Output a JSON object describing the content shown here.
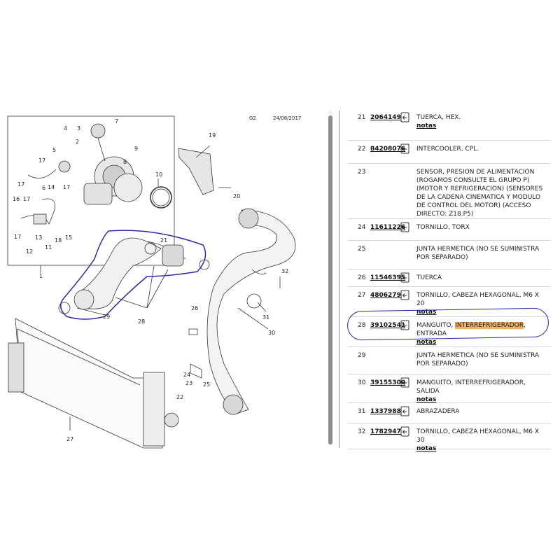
{
  "diagram": {
    "code": "G2",
    "date": "24/08/2017",
    "callouts": [
      "1",
      "4",
      "3",
      "5",
      "7",
      "8",
      "9",
      "2",
      "10",
      "19",
      "20",
      "17",
      "6",
      "17",
      "16",
      "17",
      "13",
      "11",
      "18",
      "15",
      "17",
      "12",
      "14",
      "21",
      "29",
      "28",
      "32",
      "26",
      "31",
      "30",
      "24",
      "23",
      "25",
      "22",
      "27"
    ]
  },
  "parts": [
    {
      "num": "21",
      "pn": "2064149",
      "desc": "TUERCA, HEX.",
      "notes": "notas",
      "cart": true
    },
    {
      "num": "22",
      "pn": "84208076",
      "desc": "INTERCOOLER, CPL.",
      "notes": "",
      "cart": true
    },
    {
      "num": "23",
      "pn": "",
      "desc": "SENSOR, PRESION DE ALIMENTACION (ROGAMOS CONSULTE EL GRUPO P) (MOTOR Y REFRIGERACION) (SENSORES DE LA CADENA CINEMATICA Y MODULO DE CONTROL DEL MOTOR) (ACCESO DIRECTO: Z18.P5)",
      "notes": "",
      "cart": false
    },
    {
      "num": "24",
      "pn": "11611226",
      "desc": "TORNILLO, TORX",
      "notes": "",
      "cart": true
    },
    {
      "num": "25",
      "pn": "",
      "desc": "JUNTA HERMETICA (NO SE SUMINISTRA POR SEPARADO)",
      "notes": "",
      "cart": false
    },
    {
      "num": "26",
      "pn": "11546395",
      "desc": "TUERCA",
      "notes": "",
      "cart": true
    },
    {
      "num": "27",
      "pn": "4806279",
      "desc": "TORNILLO, CABEZA HEXAGONAL, M6 X 20",
      "notes": "notas",
      "cart": true
    },
    {
      "num": "28",
      "pn": "39102541",
      "desc_pre": "MANGUITO, ",
      "desc_hl": "INTERREFRIGERADOR",
      "desc_post": ", ENTRADA",
      "notes": "notas",
      "cart": true
    },
    {
      "num": "29",
      "pn": "",
      "desc": "JUNTA HERMETICA (NO SE SUMINISTRA POR SEPARADO)",
      "notes": "",
      "cart": false
    },
    {
      "num": "30",
      "pn": "39155300",
      "desc": "MANGUITO, INTERREFRIGERADOR, SALIDA",
      "notes": "notas",
      "cart": true
    },
    {
      "num": "31",
      "pn": "1337988",
      "desc": "ABRAZADERA",
      "notes": "",
      "cart": true
    },
    {
      "num": "32",
      "pn": "1782947",
      "desc": "TORNILLO, CABEZA HEXAGONAL, M6 X 30",
      "notes": "notas",
      "cart": true
    }
  ]
}
